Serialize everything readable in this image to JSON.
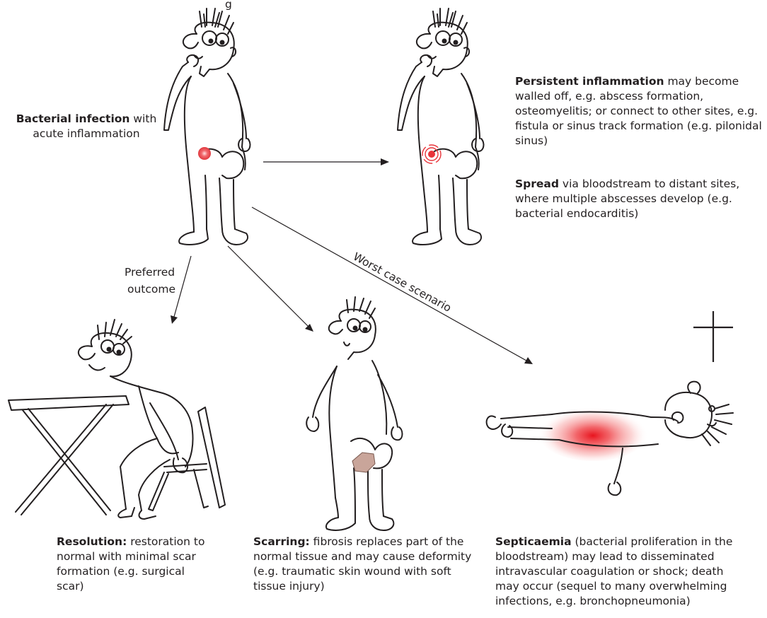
{
  "header": {
    "partial_text": "g"
  },
  "labels": {
    "bacterial_infection": {
      "bold": "Bacterial infection",
      "rest_line1": " with",
      "line2": "acute inflammation"
    },
    "persistent": {
      "p1_bold": "Persistent inflammation",
      "p1_rest": " may become walled off, e.g. abscess formation, osteomyelitis; or connect to other sites, e.g. fistula or sinus track formation (e.g. pilonidal sinus)",
      "p2_bold": "Spread",
      "p2_rest": " via bloodstream to distant sites, where multiple abscesses develop (e.g. bacterial endocarditis)"
    },
    "preferred_outcome": {
      "line1": "Preferred",
      "line2": "outcome"
    },
    "worst_case": "Worst case scenario",
    "resolution": {
      "bold": "Resolution:",
      "rest": " restoration to normal with minimal scar formation (e.g. surgical scar)"
    },
    "scarring": {
      "bold": "Scarring:",
      "rest": " fibrosis replaces part of the normal tissue and may cause deformity (e.g. traumatic skin wound with soft tissue injury)"
    },
    "septicaemia": {
      "bold": "Septicaemia",
      "rest": " (bacterial proliferation in the bloodstream) may lead to disseminated intravascular coagulation or shock; death may occur (sequel to many overwhelming infections, e.g. bronchopneumonia)"
    }
  },
  "colors": {
    "inflammation": "#e8343a",
    "scar": "#c9a59a",
    "ink": "#231f20"
  },
  "icons": [
    "cross-icon"
  ]
}
